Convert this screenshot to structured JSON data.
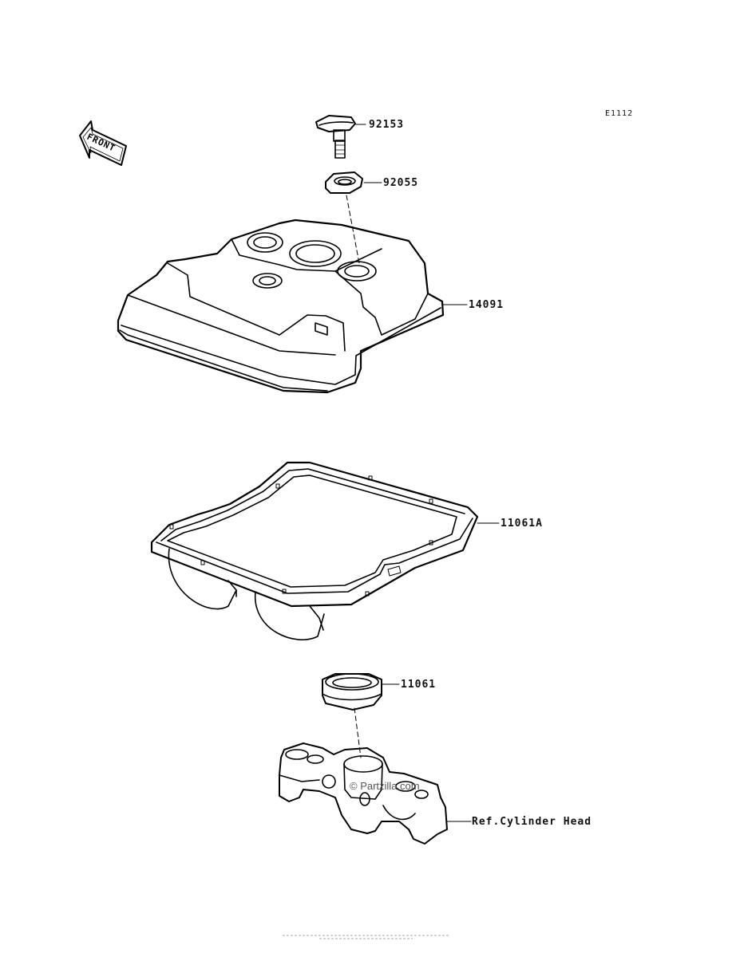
{
  "figure_code": "E1112",
  "front_arrow_text": "FRONT",
  "parts": [
    {
      "number": "92153"
    },
    {
      "number": "92055"
    },
    {
      "number": "14091"
    },
    {
      "number": "11061A"
    },
    {
      "number": "11061"
    },
    {
      "number": "Ref.Cylinder Head"
    }
  ],
  "watermark": "© Partzilla.com"
}
